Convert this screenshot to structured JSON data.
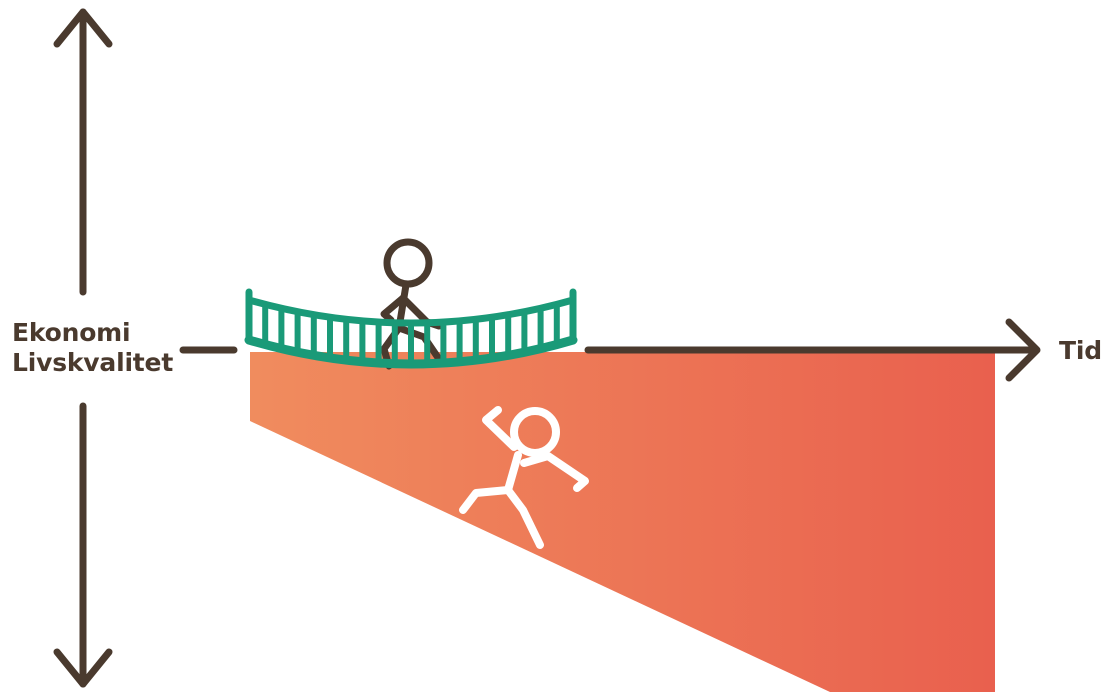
{
  "y_axis": {
    "label_line1": "Ekonomi",
    "label_line2": "Livskvalitet"
  },
  "x_axis": {
    "label": "Tid"
  },
  "colors": {
    "axis": "#4a3a2e",
    "bridge": "#1a9a78",
    "decline_gradient_start": "#f08c5e",
    "decline_gradient_end": "#e9604e",
    "walking_person": "#4a3a2e",
    "falling_person": "#ffffff"
  },
  "icons": {
    "walking_person": "walking-person-icon",
    "falling_person": "falling-person-icon",
    "bridge": "bridge-icon"
  }
}
